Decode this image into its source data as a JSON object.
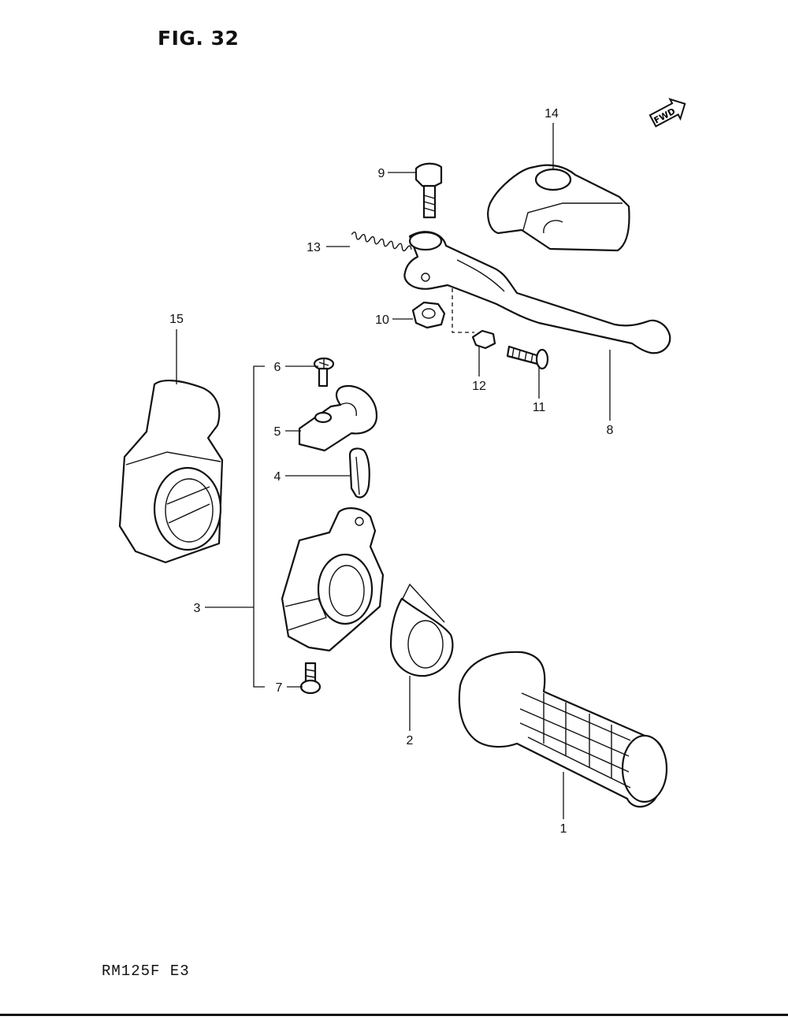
{
  "figure": {
    "title": "FIG. 32",
    "model": "RM125F  E3",
    "orientation_badge": "FWD",
    "orientation_icon": "fwd-arrow-icon"
  },
  "callouts": [
    {
      "label": "1",
      "part": "grip"
    },
    {
      "label": "2",
      "part": "throttle-ring"
    },
    {
      "label": "3",
      "part": "lever-holder-assembly"
    },
    {
      "label": "4",
      "part": "cable-clip"
    },
    {
      "label": "5",
      "part": "holder-clamp"
    },
    {
      "label": "6",
      "part": "clamp-screw"
    },
    {
      "label": "7",
      "part": "holder-bolt"
    },
    {
      "label": "8",
      "part": "lever"
    },
    {
      "label": "9",
      "part": "pivot-bolt"
    },
    {
      "label": "10",
      "part": "pivot-nut"
    },
    {
      "label": "11",
      "part": "adjuster-bolt"
    },
    {
      "label": "12",
      "part": "adjuster-nut"
    },
    {
      "label": "13",
      "part": "spring"
    },
    {
      "label": "14",
      "part": "lever-cover"
    },
    {
      "label": "15",
      "part": "holder-cover"
    }
  ]
}
